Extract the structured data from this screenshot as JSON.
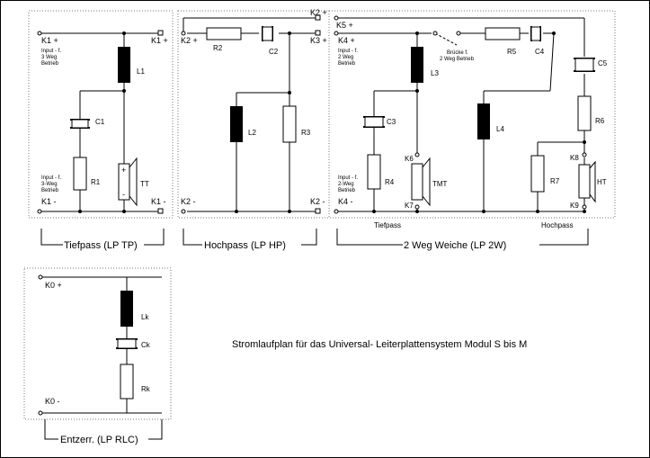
{
  "sections": {
    "tiefpass": "Tiefpass (LP TP)",
    "hochpass": "Hochpass (LP HP)",
    "weiche": "2 Weg Weiche (LP 2W)",
    "entzerr": "Entzerr. (LP RLC)"
  },
  "caption": "Stromlaufplan für das Universal- Leiterplattensystem Modul S bis M",
  "terminals": {
    "k1p": "K1 +",
    "k1m": "K1 -",
    "k1p_r": "K1 +",
    "k1m_r": "K1 -",
    "k2p": "K2 +",
    "k2m": "K2 -",
    "k2p_top": "K2 +",
    "k2m_b": "K2 -",
    "k3p": "K3 +",
    "k4p": "K4 +",
    "k4m": "K4 -",
    "k5p": "K5 +",
    "k6": "K6",
    "k7": "K7",
    "k8": "K8",
    "k9": "K9",
    "k0p": "K0 +",
    "k0m": "K0 -"
  },
  "notes": {
    "input3_l1": "Input - f.",
    "input3_l2": "3 Weg",
    "input3_l3": "Betrieb",
    "input3b_l1": "Input - f.",
    "input3b_l2": "3-Weg",
    "input3b_l3": "Betrieb",
    "input2_l1": "Input - f.",
    "input2_l2": "2 Weg",
    "input2_l3": "Betrieb",
    "input2b_l1": "Input - f.",
    "input2b_l2": "2-Weg",
    "input2b_l3": "Betrieb",
    "bruecke_l1": "Brücke f.",
    "bruecke_l2": "2 Weg Betrieb",
    "tiefpass_under": "Tiefpass",
    "hochpass_under": "Hochpass"
  },
  "components": {
    "L1": "L1",
    "C1": "C1",
    "R1": "R1",
    "TT": "TT",
    "R2": "R2",
    "C2": "C2",
    "L2": "L2",
    "R3": "R3",
    "L3": "L3",
    "C3": "C3",
    "R4": "R4",
    "TMT": "TMT",
    "R5": "R5",
    "C4": "C4",
    "L4": "L4",
    "C5": "C5",
    "R6": "R6",
    "R7": "R7",
    "HT": "HT",
    "Lk": "Lk",
    "Ck": "Ck",
    "Rk": "Rk"
  },
  "symbols": {
    "plus": "+",
    "minus": "-"
  }
}
